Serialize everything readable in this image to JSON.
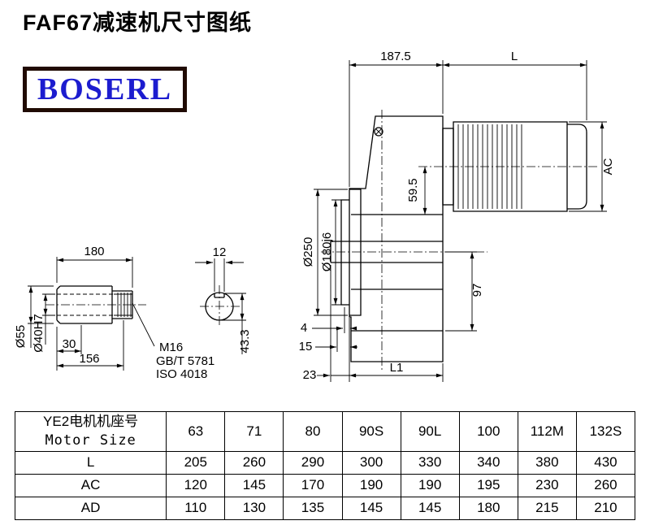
{
  "header": {
    "title": "FAF67减速机尺寸图纸",
    "logo": "BOSERL"
  },
  "drawing": {
    "dims": {
      "d187_5": "187.5",
      "L": "L",
      "AC": "AC",
      "d59_5": "59.5",
      "d250": "Ø250",
      "d180dia": "Ø180j6",
      "d97": "97",
      "d180len": "180",
      "d12": "12",
      "d55": "Ø55",
      "d40": "Ø40H7",
      "d30": "30",
      "d156": "156",
      "m16": "M16",
      "gbt": "GB/T 5781",
      "iso": "ISO 4018",
      "d43_3": "43.3",
      "d4": "4",
      "d15": "15",
      "d23": "23",
      "L1": "L1"
    }
  },
  "table": {
    "col1_header_line1": "YE2电机机座号",
    "col1_header_line2": "Motor Size",
    "size_headers": [
      "63",
      "71",
      "80",
      "90S",
      "90L",
      "100",
      "112M",
      "132S"
    ],
    "rows": [
      {
        "label": "L",
        "values": [
          "205",
          "260",
          "290",
          "300",
          "330",
          "340",
          "380",
          "430"
        ]
      },
      {
        "label": "AC",
        "values": [
          "120",
          "145",
          "170",
          "190",
          "190",
          "195",
          "230",
          "260"
        ]
      },
      {
        "label": "AD",
        "values": [
          "110",
          "130",
          "135",
          "145",
          "145",
          "180",
          "215",
          "210"
        ]
      }
    ]
  }
}
